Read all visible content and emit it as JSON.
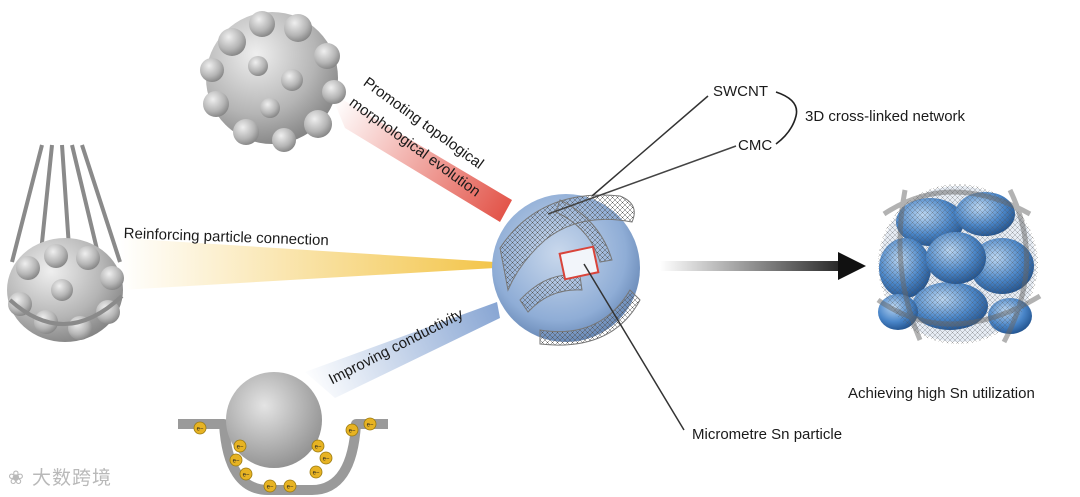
{
  "labels": {
    "swcnt": "SWCNT",
    "cmc": "CMC",
    "network": "3D cross-linked network",
    "promoting_line1": "Promoting topological",
    "promoting_line2": "morphological evolution",
    "reinforcing": "Reinforcing particle connection",
    "conductivity": "Improving conductivity",
    "micrometre": "Micrometre Sn particle",
    "achieving": "Achieving high Sn utilization",
    "electron": "e−"
  },
  "watermark": "大数跨境",
  "colors": {
    "red_beam": "#e0463a",
    "yellow_beam": "#f3c54a",
    "blue_beam": "#7f9fd0",
    "sphere_blue": "#6f93c6",
    "cluster_blue": "#4a86c9",
    "electron_gold": "#e7b323",
    "gray_particle": "#a7a7a7"
  }
}
